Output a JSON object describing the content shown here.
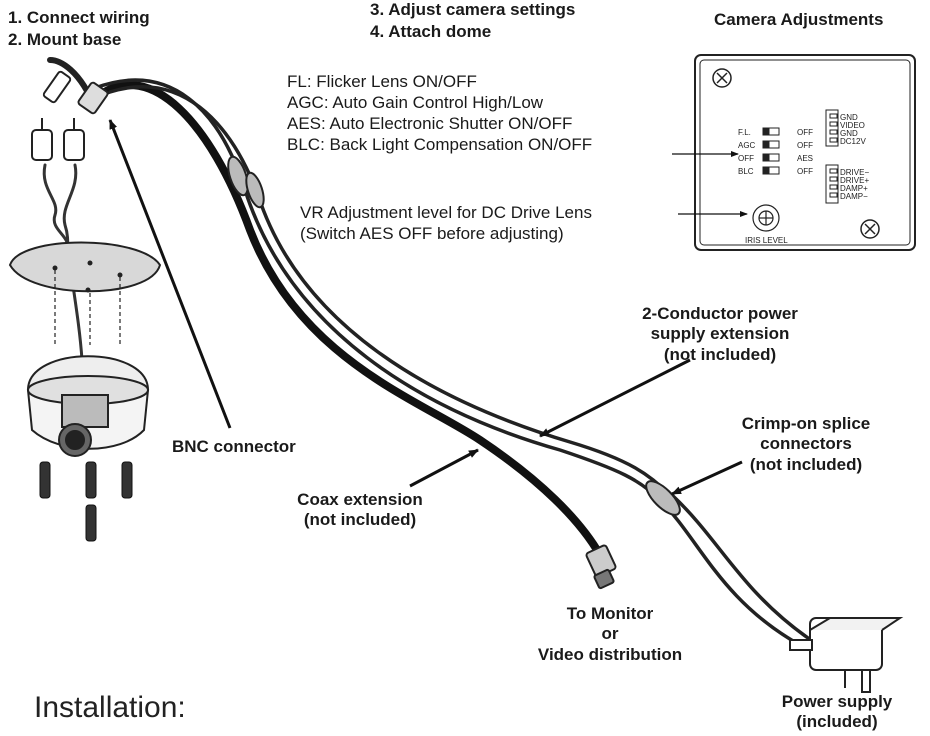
{
  "steps": [
    "1. Connect wiring",
    "2. Mount base",
    "3. Adjust camera settings",
    "4. Attach dome"
  ],
  "panel_title": "Camera Adjustments",
  "switch_descriptions": [
    "FL: Flicker Lens ON/OFF",
    "AGC: Auto Gain Control High/Low",
    "AES: Auto Electronic Shutter ON/OFF",
    "BLC: Back Light Compensation ON/OFF"
  ],
  "vr_note": [
    "VR Adjustment level for DC Drive Lens",
    "(Switch AES OFF before adjusting)"
  ],
  "panel": {
    "switch_labels": [
      "F.L.",
      "AGC",
      "OFF",
      "BLC"
    ],
    "switch_states": [
      "OFF",
      "OFF",
      "AES",
      "OFF"
    ],
    "terminals_top": [
      "GND",
      "VIDEO",
      "GND",
      "DC12V"
    ],
    "terminals_bottom": [
      "DRIVE−",
      "DRIVE+",
      "DAMP+",
      "DAMP−"
    ],
    "iris_label": "IRIS LEVEL"
  },
  "callouts": {
    "power_ext": [
      "2-Conductor power",
      "supply extension",
      "(not included)"
    ],
    "splice": [
      "Crimp-on splice",
      "connectors",
      "(not included)"
    ],
    "bnc": "BNC connector",
    "coax": [
      "Coax extension",
      "(not included)"
    ],
    "monitor": [
      "To Monitor",
      "or",
      "Video distribution"
    ],
    "psu": [
      "Power supply",
      "(included)"
    ]
  },
  "footer": "Installation:"
}
